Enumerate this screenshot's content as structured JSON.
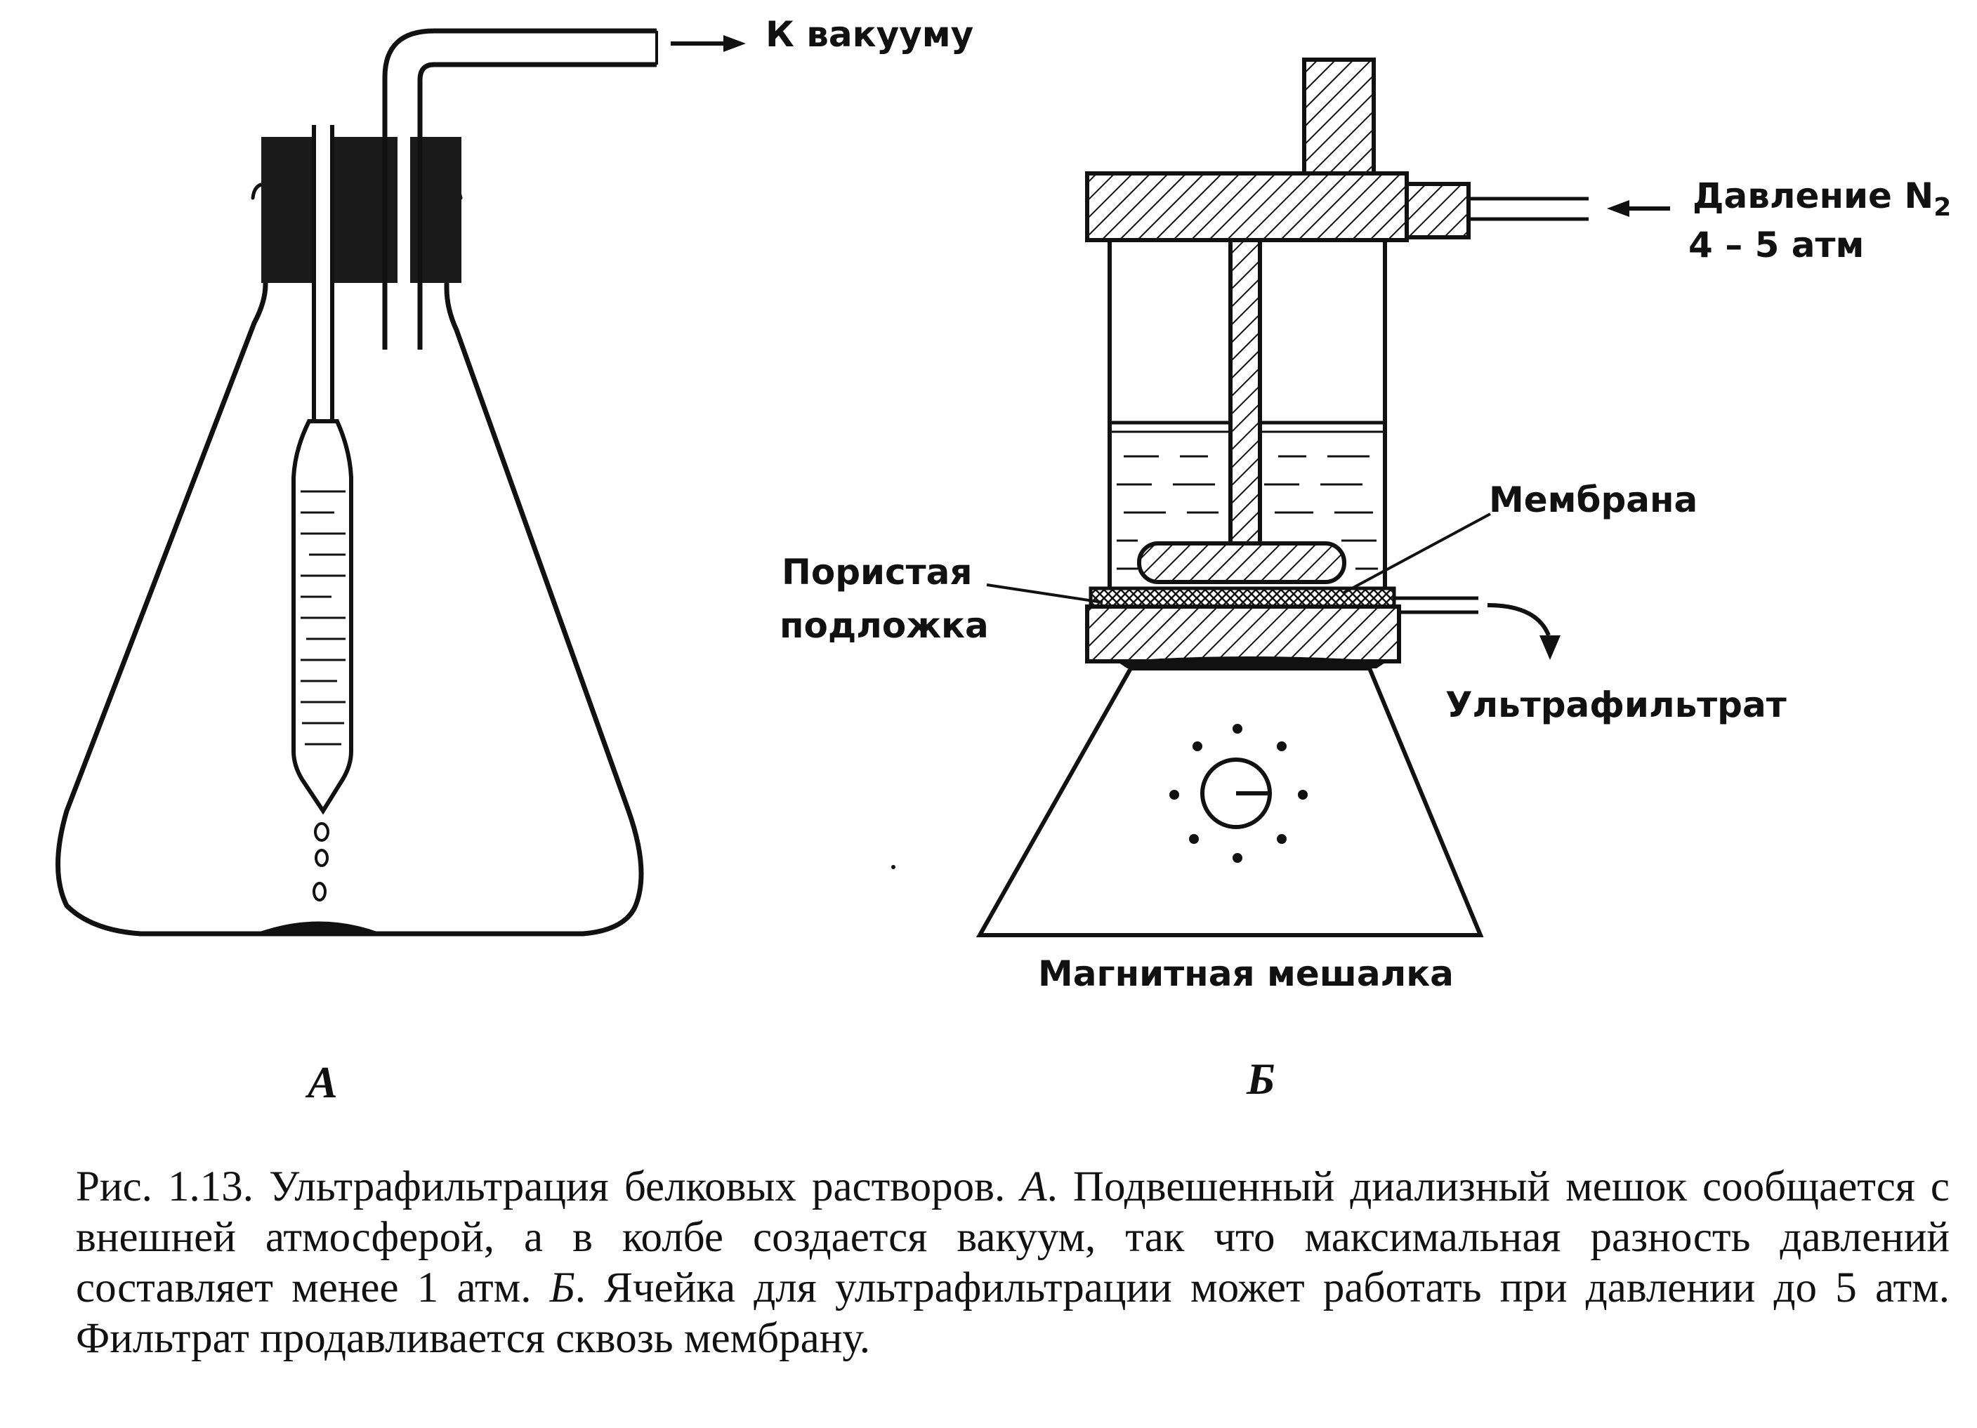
{
  "labels": {
    "vacuum": "К вакууму",
    "pressure_line1": "Давление N",
    "pressure_sub": "2",
    "pressure_line2": "4 – 5 атм",
    "membrane": "Мембрана",
    "porous_line1": "Пористая",
    "porous_line2": "подложка",
    "ultrafiltrate": "Ультрафильтрат",
    "stirrer": "Магнитная мешалка"
  },
  "panels": {
    "a": "А",
    "b": "Б"
  },
  "caption": {
    "p1": "Рис. 1.13. Ультрафильтрация белковых растворов. ",
    "a": "А",
    "p2": ". Подвешенный диализный мешок сообщается с внешней атмосферой, а в колбе создается вакуум, так что максимальная разность давлений составляет менее 1 атм. ",
    "b": "Б",
    "p3": ". Ячейка для ультрафильтрации может работать при давлении до 5 атм. Фильтрат продавливается сквозь мембрану."
  }
}
